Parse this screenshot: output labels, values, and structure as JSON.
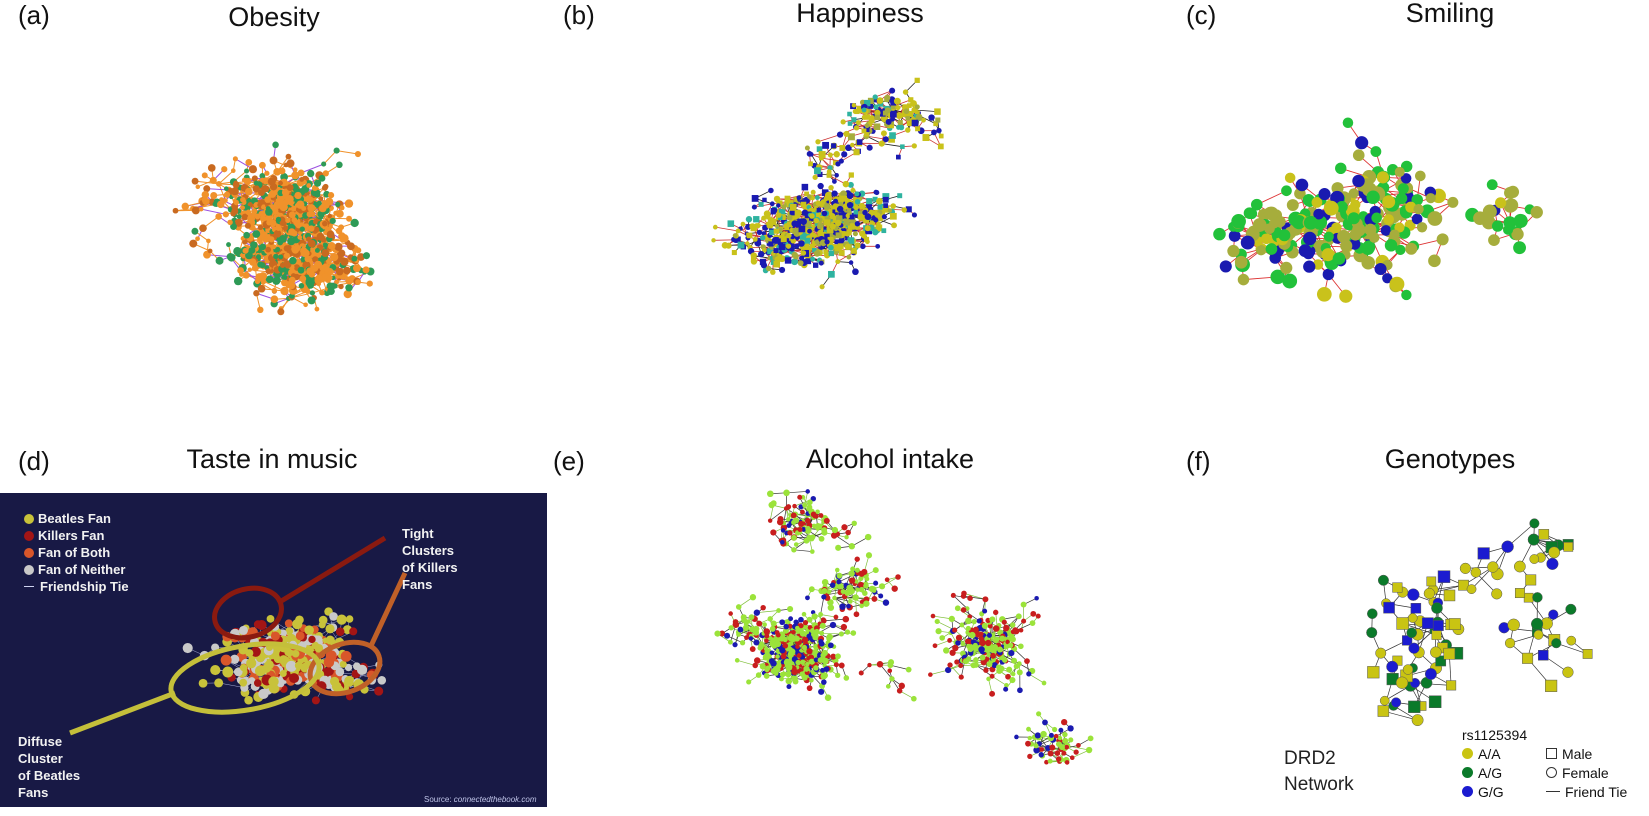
{
  "panels": {
    "a": {
      "label": "(a)",
      "title": "Obesity"
    },
    "b": {
      "label": "(b)",
      "title": "Happiness"
    },
    "c": {
      "label": "(c)",
      "title": "Smiling"
    },
    "d": {
      "label": "(d)",
      "title": "Taste in music"
    },
    "e": {
      "label": "(e)",
      "title": "Alcohol intake"
    },
    "f": {
      "label": "(f)",
      "title": "Genotypes"
    }
  },
  "music_legend": {
    "beatles": "Beatles Fan",
    "killers": "Killers Fan",
    "both": "Fan of Both",
    "neither": "Fan of Neither",
    "tie": "Friendship Tie"
  },
  "music_annotations": {
    "tight_line1": "Tight",
    "tight_line2": "Clusters",
    "tight_line3": "of Killers",
    "tight_line4": "Fans",
    "diffuse_line1": "Diffuse",
    "diffuse_line2": "Cluster",
    "diffuse_line3": "of Beatles",
    "diffuse_line4": "Fans",
    "source_prefix": "Source: ",
    "source_name": "connectedthebook.com"
  },
  "genotype_legend": {
    "snp": "rs1125394",
    "aa": "A/A",
    "ag": "A/G",
    "gg": "G/G",
    "male": "Male",
    "female": "Female",
    "friend_tie": "Friend Tie",
    "network_line1": "DRD2",
    "network_line2": "Network"
  },
  "colors": {
    "orange": "#f0922b",
    "green_node": "#2e9a56",
    "purple_edge": "#9b4fe0",
    "yellow": "#c9c21b",
    "blue": "#1a1ab0",
    "teal": "#2fb3a0",
    "olive": "#a6ad3c",
    "bright_green": "#22c13a",
    "red": "#c81e1e",
    "lime": "#9be33a",
    "music_bg": "#181945",
    "beatles_gold": "#c8c23a",
    "killers_red": "#a31515",
    "both_orange": "#d9562a",
    "neither_gray": "#c9c9c9",
    "dark_green": "#0b7a2a",
    "genotype_blue": "#1b1bd0",
    "genotype_yellow": "#c9c412"
  }
}
